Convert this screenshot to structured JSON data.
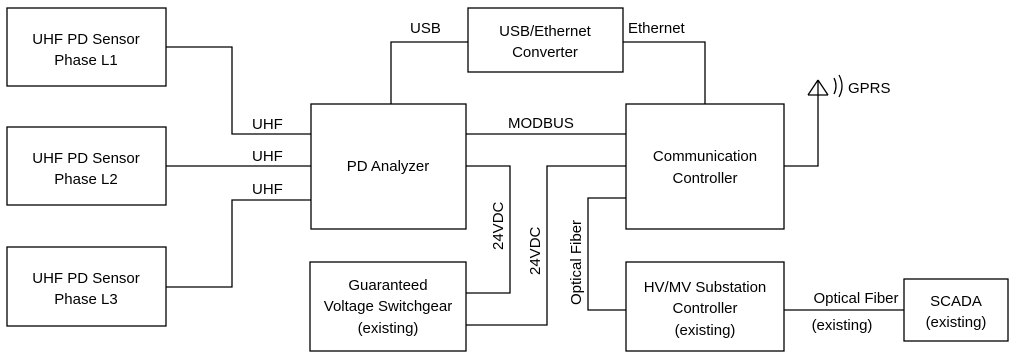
{
  "nodes": {
    "sensor_l1": [
      "UHF PD Sensor",
      "Phase L1"
    ],
    "sensor_l2": [
      "UHF PD Sensor",
      "Phase L2"
    ],
    "sensor_l3": [
      "UHF PD Sensor",
      "Phase L3"
    ],
    "pd_analyzer": [
      "PD Analyzer"
    ],
    "usb_ethernet_converter": [
      "USB/Ethernet",
      "Converter"
    ],
    "communication_controller": [
      "Communication",
      "Controller"
    ],
    "guaranteed_voltage_switchgear": [
      "Guaranteed",
      "Voltage Switchgear",
      "(existing)"
    ],
    "substation_controller": [
      "HV/MV Substation",
      "Controller",
      "(existing)"
    ],
    "scada": [
      "SCADA",
      "(existing)"
    ]
  },
  "links": {
    "uhf_l1": "UHF",
    "uhf_l2": "UHF",
    "uhf_l3": "UHF",
    "usb": "USB",
    "ethernet": "Ethernet",
    "modbus": "MODBUS",
    "gprs": "GPRS",
    "vdc_analyzer": "24VDC",
    "vdc_controller": "24VDC",
    "optical_fiber_vertical": "Optical Fiber",
    "optical_fiber_horizontal": "Optical Fiber",
    "optical_fiber_existing": "(existing)"
  }
}
